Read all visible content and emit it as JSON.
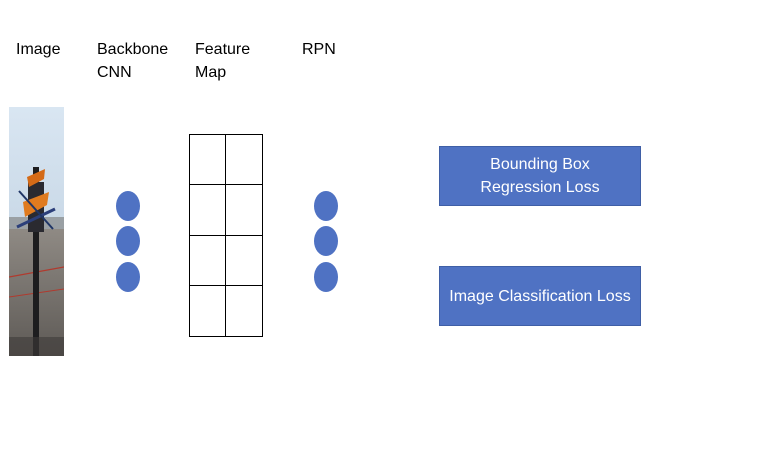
{
  "labels": {
    "image": "Image",
    "backbone": [
      "Backbone",
      "CNN"
    ],
    "feature_map": [
      "Feature",
      "Map"
    ],
    "rpn": "RPN"
  },
  "losses": {
    "bbox": [
      "Bounding Box",
      "Regression Loss"
    ],
    "classification": "Image Classification Loss"
  },
  "colors": {
    "node_fill": "#4f72c3",
    "loss_box_fill": "#4f72c3",
    "loss_text": "#ffffff",
    "grid_line": "#000000"
  },
  "feature_map_grid": {
    "rows": 4,
    "cols": 2
  },
  "ellipsis_nodes": {
    "backbone_count": 3,
    "rpn_count": 3
  }
}
